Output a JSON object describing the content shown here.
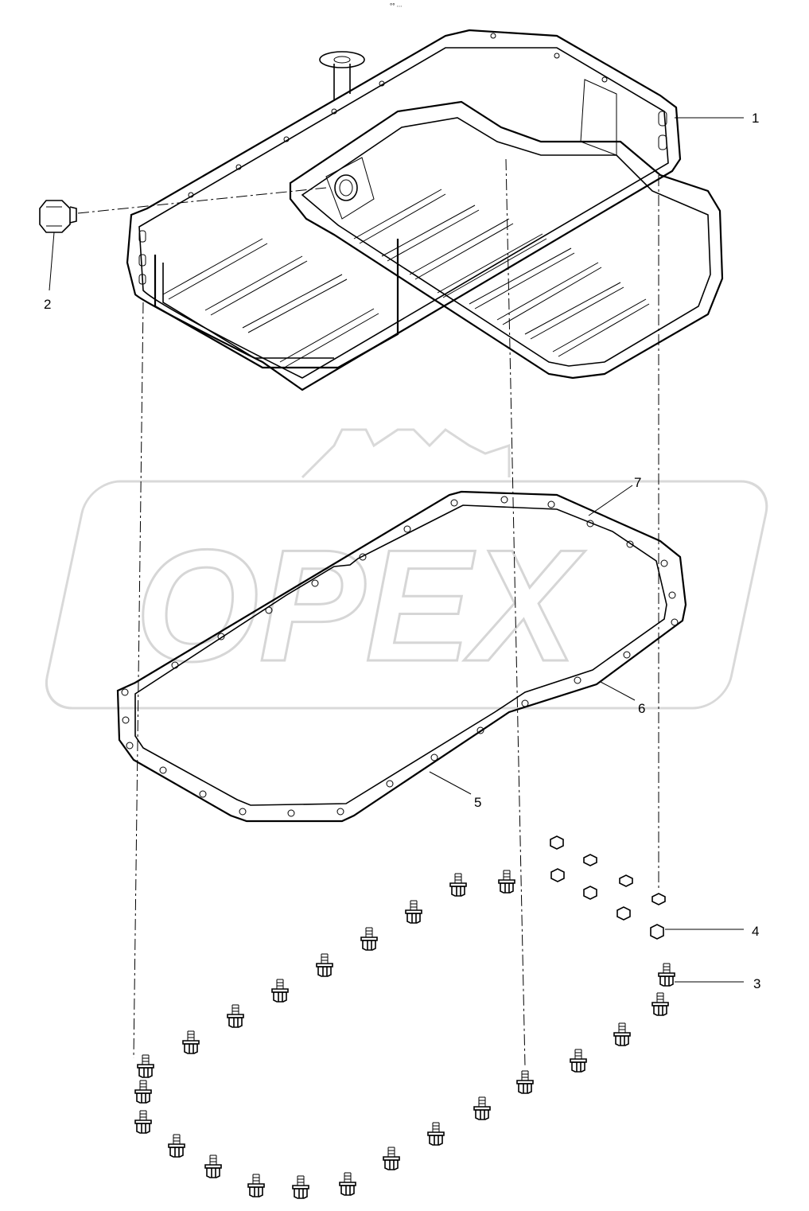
{
  "watermark": {
    "text": "OPEX"
  },
  "header_mark": "°° ∙∙∙",
  "callouts": [
    {
      "number": "1",
      "part": "oil-pan"
    },
    {
      "number": "2",
      "part": "drain-plug"
    },
    {
      "number": "3",
      "part": "bolt"
    },
    {
      "number": "4",
      "part": "nut"
    },
    {
      "number": "5",
      "part": "gasket"
    },
    {
      "number": "6",
      "part": "gasket-edge"
    },
    {
      "number": "7",
      "part": "gasket-corner"
    }
  ],
  "colors": {
    "line": "#000000",
    "watermark": "#d9d9d9",
    "background": "#ffffff"
  }
}
